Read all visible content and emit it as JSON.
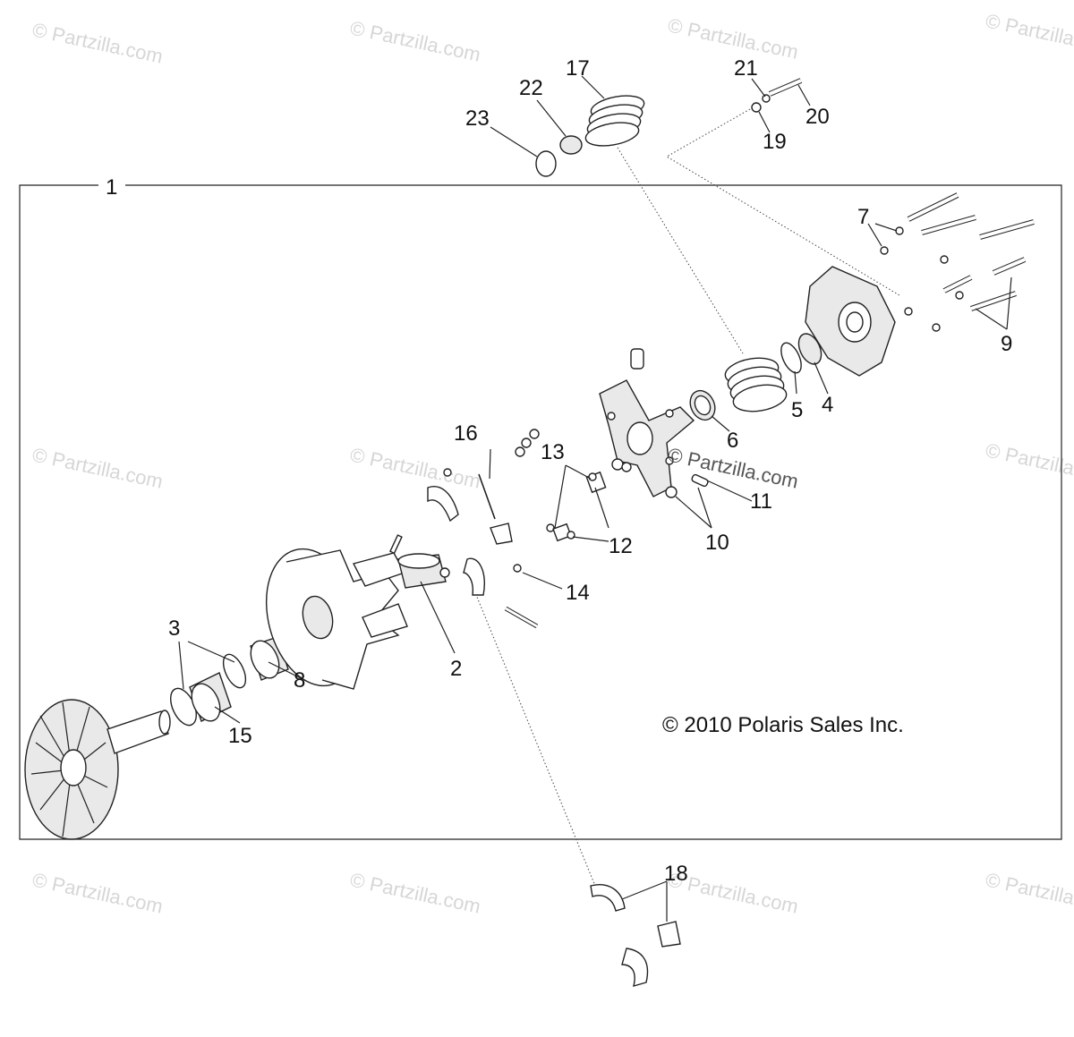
{
  "diagram": {
    "copyright": "© 2010 Polaris Sales Inc.",
    "watermark": "© Partzilla.com",
    "callouts": {
      "c1": "1",
      "c2": "2",
      "c3": "3",
      "c4": "4",
      "c5": "5",
      "c6": "6",
      "c7": "7",
      "c8": "8",
      "c9": "9",
      "c10": "10",
      "c11": "11",
      "c12": "12",
      "c13": "13",
      "c14": "14",
      "c15": "15",
      "c16": "16",
      "c17": "17",
      "c18": "18",
      "c19": "19",
      "c20": "20",
      "c21": "21",
      "c22": "22",
      "c23": "23"
    }
  }
}
